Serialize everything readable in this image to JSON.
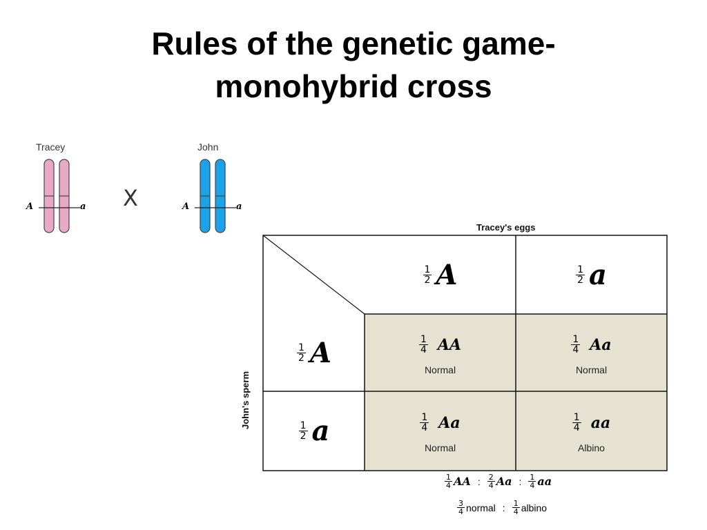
{
  "title": {
    "line1": "Rules of the genetic game-",
    "line2": "monohybrid cross"
  },
  "parents": {
    "mother": {
      "name": "Tracey",
      "left_allele": "A",
      "right_allele": "a",
      "color": "#e8a9c4"
    },
    "father": {
      "name": "John",
      "right_allele": "a",
      "left_allele": "A",
      "color": "#1aa3e8"
    },
    "cross_symbol": "X"
  },
  "punnett": {
    "col_header_label": "Tracey's eggs",
    "row_header_label": "John's sperm",
    "fill_color": "#e5e2d1",
    "columns": [
      {
        "num": "1",
        "den": "2",
        "allele": "A"
      },
      {
        "num": "1",
        "den": "2",
        "allele": "a"
      }
    ],
    "rows": [
      {
        "num": "1",
        "den": "2",
        "allele": "A"
      },
      {
        "num": "1",
        "den": "2",
        "allele": "a"
      }
    ],
    "cells": [
      [
        {
          "num": "1",
          "den": "4",
          "genotype": "AA",
          "phenotype": "Normal"
        },
        {
          "num": "1",
          "den": "4",
          "genotype": "Aa",
          "phenotype": "Normal"
        }
      ],
      [
        {
          "num": "1",
          "den": "4",
          "genotype": "Aa",
          "phenotype": "Normal"
        },
        {
          "num": "1",
          "den": "4",
          "genotype": "aa",
          "phenotype": "Albino"
        }
      ]
    ]
  },
  "ratios": {
    "genotypic": [
      {
        "num": "1",
        "den": "4",
        "g": "AA"
      },
      {
        "num": "2",
        "den": "4",
        "g": "Aa"
      },
      {
        "num": "1",
        "den": "4",
        "g": "aa"
      }
    ],
    "phenotypic": [
      {
        "num": "3",
        "den": "4",
        "t": "normal"
      },
      {
        "num": "1",
        "den": "4",
        "t": "albino"
      }
    ],
    "separator": ":"
  }
}
